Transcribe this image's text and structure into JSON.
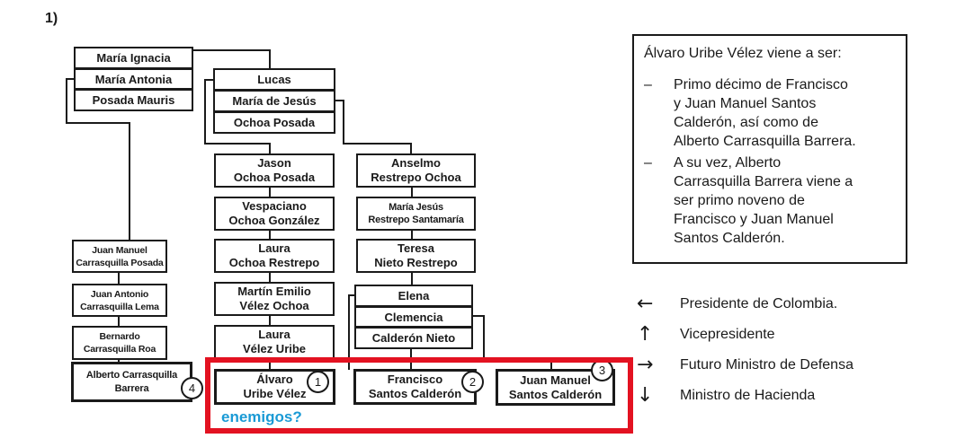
{
  "figure_label": "1)",
  "tree": {
    "group_posada": [
      "María Ignacia",
      "María Antonia",
      "Posada Mauris"
    ],
    "group_ochoa": [
      "Lucas",
      "María de Jesús",
      "Ochoa Posada"
    ],
    "group_calderon": [
      "Elena",
      "Clemencia",
      "Calderón Nieto"
    ],
    "jason": [
      "Jason",
      "Ochoa Posada"
    ],
    "vespaciano": [
      "Vespaciano",
      "Ochoa González"
    ],
    "laura_ochoa": [
      "Laura",
      "Ochoa Restrepo"
    ],
    "martin": [
      "Martín Emilio",
      "Vélez Ochoa"
    ],
    "laura_velez": [
      "Laura",
      "Vélez Uribe"
    ],
    "alvaro": [
      "Álvaro",
      "Uribe Vélez"
    ],
    "anselmo": [
      "Anselmo",
      "Restrepo Ochoa"
    ],
    "maria_jesus": [
      "María Jesús",
      "Restrepo Santamaría"
    ],
    "teresa": [
      "Teresa",
      "Nieto Restrepo"
    ],
    "francisco": [
      "Francisco",
      "Santos Calderón"
    ],
    "juan_manuel_santos": [
      "Juan Manuel",
      "Santos Calderón"
    ],
    "jm_carrasquilla": [
      "Juan Manuel",
      "Carrasquilla Posada"
    ],
    "ja_carrasquilla": [
      "Juan Antonio",
      "Carrasquilla Lema"
    ],
    "bernardo": [
      "Bernardo",
      "Carrasquilla Roa"
    ],
    "alberto": [
      "Alberto Carrasquilla",
      "Barrera"
    ],
    "badges": {
      "alvaro": "1",
      "francisco": "2",
      "juan_manuel": "3",
      "alberto": "4"
    },
    "annotation": "enemigos?"
  },
  "info_box": {
    "title": "Álvaro Uribe Vélez viene a ser:",
    "bullets": [
      {
        "marker": "–",
        "text": "Primo décimo de Francisco\ny Juan Manuel Santos\nCalderón, así como de\nAlberto Carrasquilla Barrera."
      },
      {
        "marker": "–",
        "text": "A su vez, Alberto\nCarrasquilla Barrera viene a\nser primo noveno de\nFrancisco y Juan Manuel\nSantos Calderón."
      }
    ]
  },
  "legend": {
    "items": [
      {
        "arrow": "←",
        "label": "Presidente de Colombia."
      },
      {
        "arrow": "↑",
        "label": "Vicepresidente"
      },
      {
        "arrow": "→",
        "label": "Futuro Ministro de Defensa"
      },
      {
        "arrow": "↓",
        "label": "Ministro de Hacienda"
      }
    ]
  },
  "colors": {
    "highlight_red": "#e31221",
    "annotation_blue": "#1a9ad5",
    "ink": "#1a1a1a"
  }
}
